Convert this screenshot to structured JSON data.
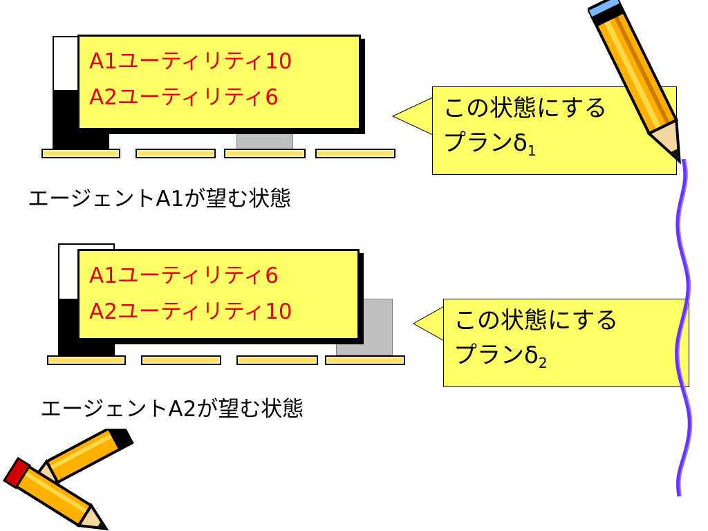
{
  "colors": {
    "box_fill": "#ffff66",
    "utility_text": "#e60000",
    "slot_fill": "#ffe066",
    "wavy_line": "#6633ff"
  },
  "states": [
    {
      "utility_lines": [
        "A1ユーティリティ10",
        "A2ユーティリティ6"
      ],
      "callout": {
        "line1": "この状態にする",
        "line2_prefix": "プランδ",
        "subscript": "1"
      },
      "caption": "エージェントA1が望む状態"
    },
    {
      "utility_lines": [
        "A1ユーティリティ6",
        "A2ユーティリティ10"
      ],
      "callout": {
        "line1": "この状態にする",
        "line2_prefix": "プランδ",
        "subscript": "2"
      },
      "caption": "エージェントA2が望む状態"
    }
  ],
  "decorations": [
    "pencil-top-right",
    "pencils-bottom-left",
    "wavy-line-right"
  ]
}
